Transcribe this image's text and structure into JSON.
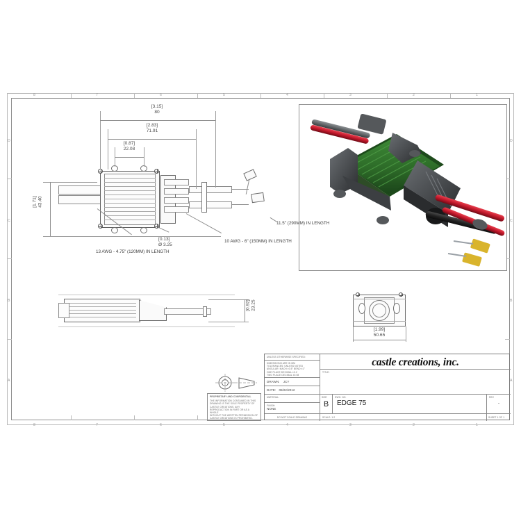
{
  "sheet": {
    "zones_top": [
      "8",
      "7",
      "6",
      "5",
      "4",
      "3",
      "2",
      "1"
    ],
    "zones_side": [
      "D",
      "C",
      "B",
      "A"
    ]
  },
  "dimensions": {
    "overall_length": {
      "inch": "[3.15]",
      "mm": "80"
    },
    "body_length": {
      "inch": "[2.83]",
      "mm": "71.91"
    },
    "hole_spacing": {
      "inch": "[0.87]",
      "mm": "22.08"
    },
    "overall_width": {
      "inch": "[1.71]",
      "mm": "43.40"
    },
    "hole_dia": {
      "inch": "[0.13]",
      "mm": "Ø 3.25"
    },
    "height": {
      "inch": "[0.92]",
      "mm": "23.25"
    },
    "end_width": {
      "inch": "[1.99]",
      "mm": "50.65"
    }
  },
  "callouts": {
    "battery_wire": "13 AWG -\n4.75\"  (120MM)\nIN LENGTH",
    "battery_wire_l1": "13 AWG -",
    "battery_wire_l2": "4.75\"  (120MM)",
    "battery_wire_l3": "IN LENGTH",
    "motor_wire_l1": "10 AWG -",
    "motor_wire_l2": "6\" (150MM)",
    "motor_wire_l3": "IN LENGTH",
    "render_note": "11.5\"  (290MM) IN LENGTH"
  },
  "title_block": {
    "unless_header": "UNLESS OTHERWISE SPECIFIED:",
    "tolerance_lines": [
      "DIMENSIONS ARE IN MM",
      "TOLERANCES: UNLESS NOTED",
      "ANGULAR: MACH ±0.5° BEND ±1°",
      "ONE PLACE DECIMAL   ±0.2",
      "TWO PLACE DECIMAL   ±0.08"
    ],
    "drawn_label": "DRAWN:",
    "drawn_value": "JCY",
    "date_label": "DATE:",
    "date_value": "08/22/2012",
    "material_label": "MATERIAL:",
    "material_value": "",
    "finish_label": "FINISH:",
    "finish_value": "NONE",
    "do_not_scale": "DO NOT SCALE DRAWING",
    "company": "castle creations, inc.",
    "title_label": "TITLE:",
    "title_value": "",
    "size_label": "SIZE",
    "size_value": "B",
    "dwg_label": "DWG.  NO.",
    "dwg_value": "EDGE 75",
    "rev_label": "REV",
    "rev_value": "-",
    "scale_label": "SCALE: 1:2",
    "sheet_label": "SHEET 1 OF 1"
  },
  "proprietary": {
    "heading": "PROPRIETARY AND CONFIDENTIAL",
    "lines": [
      "THE INFORMATION CONTAINED IN THIS",
      "DRAWING IS THE SOLE PROPERTY OF",
      "CASTLE CREATIONS.  ANY",
      "REPRODUCTION IN PART OR AS A WHOLE",
      "WITHOUT THE WRITTEN PERMISSION OF",
      "CASTLE CREATIONS  IS PROHIBITED."
    ]
  },
  "render_colors": {
    "heatsink_green": "#2d6b28",
    "case_gray": "#4a4d50",
    "wire_red": "#c0172a",
    "wire_black": "#1f1f1f",
    "connector_yellow": "#d9b42c"
  }
}
